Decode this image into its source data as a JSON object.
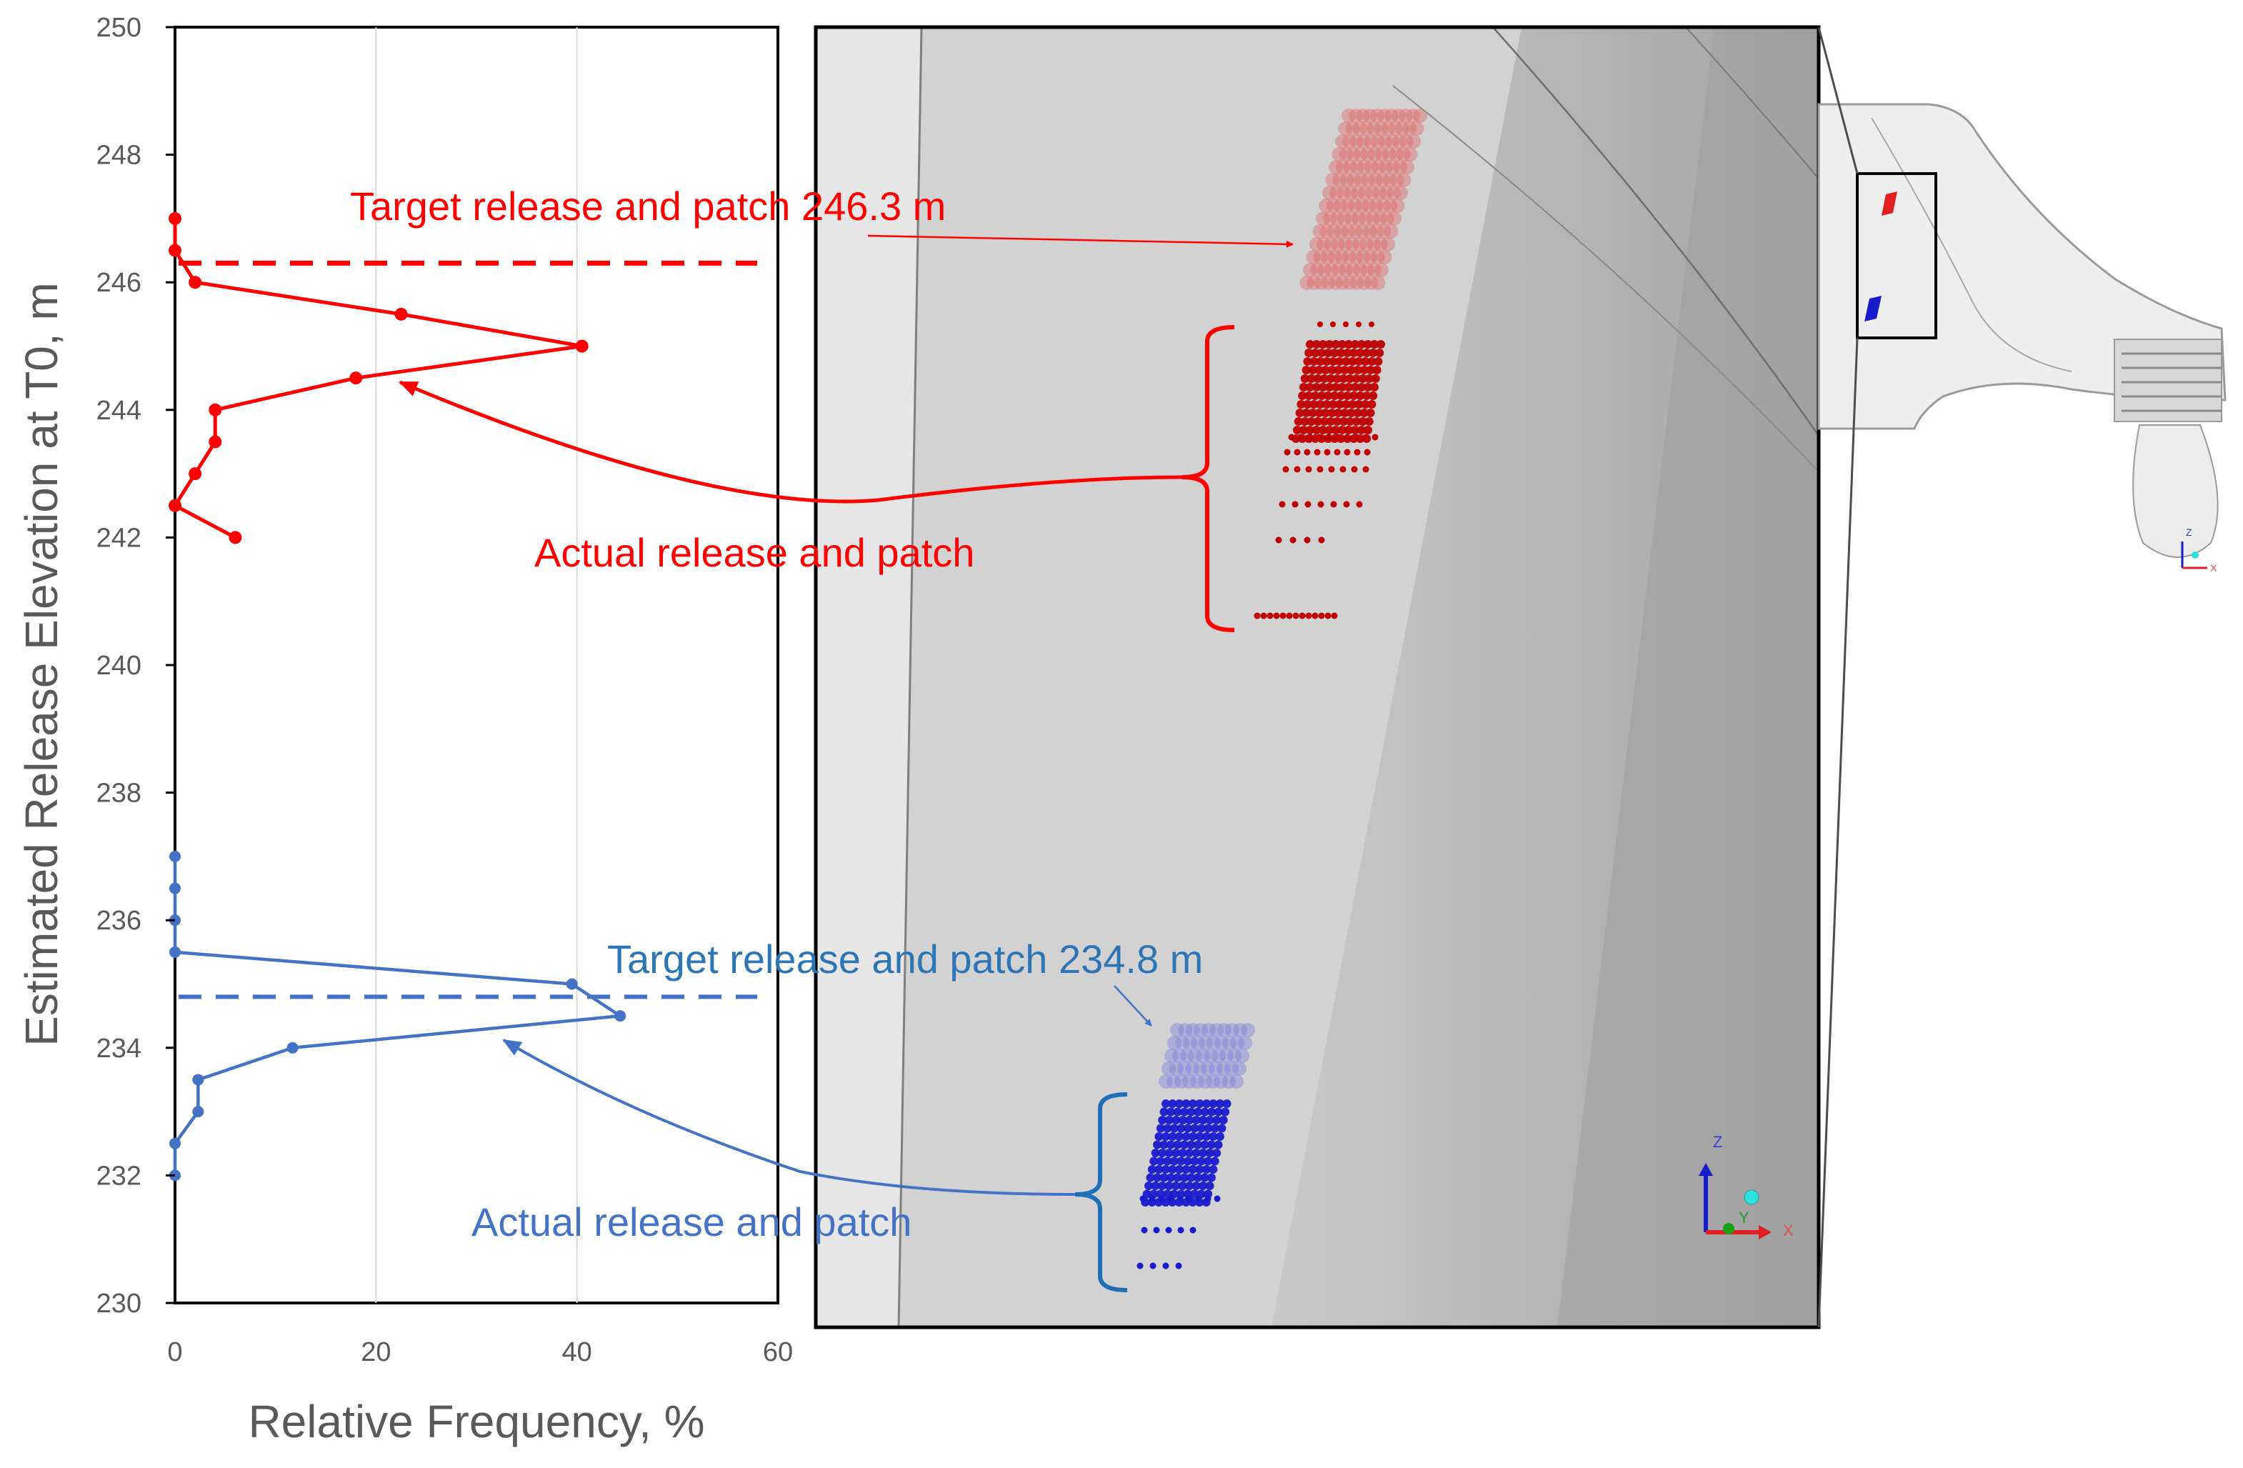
{
  "chart_data": {
    "type": "line",
    "title": "",
    "xlabel": "Relative Frequency, %",
    "ylabel": "Estimated Release Elevation at T0, m",
    "xlim": [
      0,
      60
    ],
    "ylim": [
      230,
      250
    ],
    "xticks": [
      0,
      20,
      40,
      60
    ],
    "yticks": [
      230,
      232,
      234,
      236,
      238,
      240,
      242,
      244,
      246,
      248,
      250
    ],
    "grid": "vertical",
    "series": [
      {
        "color": "#ff0000",
        "x": [
          6,
          0,
          2,
          4,
          4,
          18,
          40.5,
          22.5,
          2,
          0,
          0
        ],
        "y": [
          242,
          242.5,
          243,
          243.5,
          244,
          244.5,
          245,
          245.5,
          246,
          246.5,
          247
        ]
      },
      {
        "color": "#4472c4",
        "x": [
          0,
          0,
          2.3,
          2.3,
          11.7,
          44.3,
          39.5,
          0,
          0,
          0,
          0
        ],
        "y": [
          232,
          232.5,
          233,
          233.5,
          234,
          234.5,
          235,
          235.5,
          236,
          236.5,
          237
        ]
      }
    ],
    "reference_lines": [
      {
        "y": 246.3,
        "color": "#ff0000"
      },
      {
        "y": 234.8,
        "color": "#4472c4"
      }
    ],
    "annotations": [
      {
        "text": "Target release and patch 246.3 m",
        "color": "#ff0000"
      },
      {
        "text": "Actual release and patch",
        "color": "#ff0000"
      },
      {
        "text": "Target release and patch 234.8 m",
        "color": "#2e75b6"
      },
      {
        "text": "Actual release and patch",
        "color": "#4472c4"
      }
    ]
  },
  "render_panel": {
    "axis_labels": [
      "Z",
      "Y",
      "X"
    ]
  },
  "overview_panel": {
    "axis_labels": [
      "Z",
      "X"
    ]
  }
}
